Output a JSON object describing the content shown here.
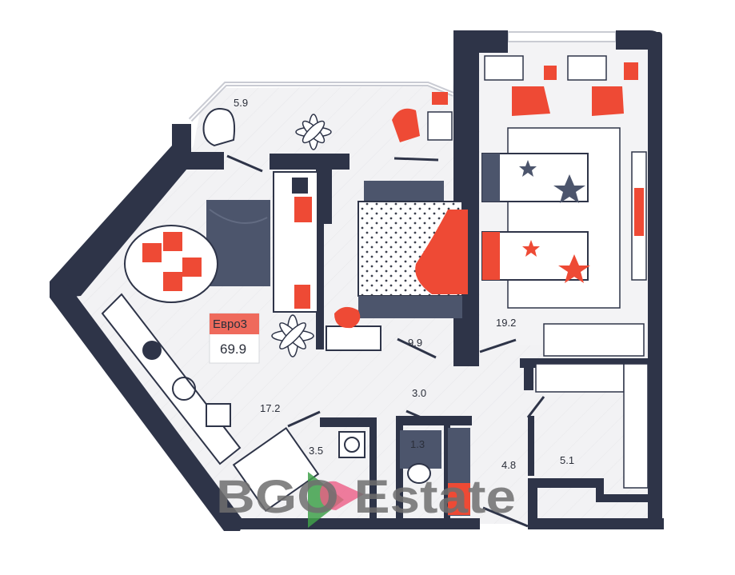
{
  "apartment": {
    "type_label": "Евро3",
    "total_area": "69.9"
  },
  "rooms": {
    "balcony": "5.9",
    "kitchen_living": "17.2",
    "bedroom": "9.9",
    "kids_room": "19.2",
    "hallway": "3.0",
    "bathroom": "3.5",
    "toilet": "1.3",
    "storage": "4.8",
    "wardrobe": "5.1"
  },
  "watermark": {
    "text": "BGO Estate"
  },
  "colors": {
    "wall": "#2e3448",
    "accent": "#ee4a35",
    "dark_fill": "#4c556c",
    "floor": "#f1f1f3",
    "badge_bg": "#ef6a5c"
  }
}
